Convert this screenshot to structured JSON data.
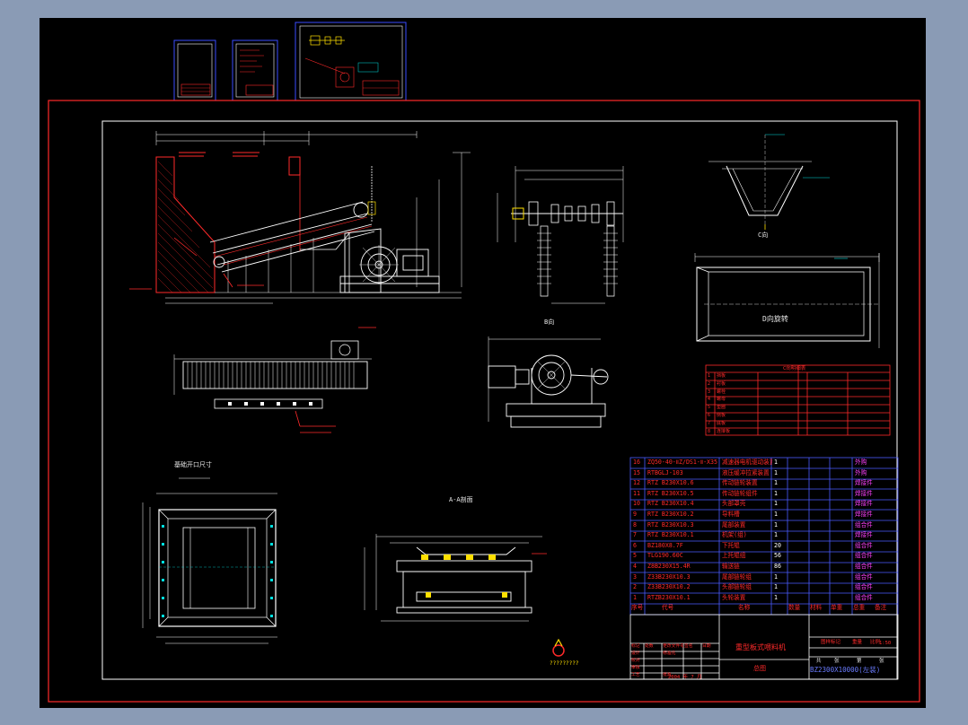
{
  "sheet": {
    "title_cn": "重型板式喂料机",
    "drawing_type": "总图",
    "drawing_number": "BZ2300X10000(左装)",
    "date_text": "2004 年 7 月",
    "scale": "1:50",
    "logo_text": "?????????"
  },
  "views": {
    "view_b_label": "B向",
    "view_c_label": "C向",
    "view_d_label": "D向旋转",
    "section_label": "A-A剖面",
    "foundation_label": "基础开口尺寸"
  },
  "parts_header": {
    "no": "序号",
    "code": "代号",
    "name": "名称",
    "qty": "数量",
    "material": "材料",
    "unit_weight": "单重",
    "total_weight": "总重",
    "remark": "备注"
  },
  "parts": [
    {
      "no": "16",
      "code": "ZQ50-40-ⅡZ/DS1-Ⅱ-X35",
      "name": "减速器电机驱动装置",
      "qty": "1",
      "remark": "外购"
    },
    {
      "no": "15",
      "code": "RTBGLJ-103",
      "name": "液压缓冲拉紧装置",
      "qty": "1",
      "remark": "外购"
    },
    {
      "no": "12",
      "code": "RTZ B230X10.6",
      "name": "传动链轮装置",
      "qty": "1",
      "remark": "焊接件"
    },
    {
      "no": "11",
      "code": "RTZ B230X10.5",
      "name": "传动链轮组件",
      "qty": "1",
      "remark": "焊接件"
    },
    {
      "no": "10",
      "code": "RTZ B230X10.4",
      "name": "头部罩壳",
      "qty": "1",
      "remark": "焊接件"
    },
    {
      "no": "9",
      "code": "RTZ B230X10.2",
      "name": "导料槽",
      "qty": "1",
      "remark": "焊接件"
    },
    {
      "no": "8",
      "code": "RTZ B230X10.3",
      "name": "尾部装置",
      "qty": "1",
      "remark": "组合件"
    },
    {
      "no": "7",
      "code": "RTZ B230X10.1",
      "name": "机架(组)",
      "qty": "1",
      "remark": "焊接件"
    },
    {
      "no": "6",
      "code": "BZ180X8.7F",
      "name": "下托辊",
      "qty": "20",
      "remark": "组合件"
    },
    {
      "no": "5",
      "code": "TLG190.60C",
      "name": "上托辊组",
      "qty": "56",
      "remark": "组合件"
    },
    {
      "no": "4",
      "code": "Z8B230X15.4R",
      "name": "输送链",
      "qty": "86",
      "remark": "组合件"
    },
    {
      "no": "3",
      "code": "Z33B230X10.3",
      "name": "尾部链轮组",
      "qty": "1",
      "remark": "组合件"
    },
    {
      "no": "2",
      "code": "Z33B230X10.2",
      "name": "头部链轮组",
      "qty": "1",
      "remark": "组合件"
    },
    {
      "no": "1",
      "code": "RTZB230X10.1",
      "name": "头轮装置",
      "qty": "1",
      "remark": "组合件"
    }
  ],
  "title_block": {
    "rows": [
      {
        "a": "标记",
        "b": "处数",
        "c": "更改文件号",
        "d": "签名",
        "e": "日期"
      },
      {
        "a": "设计",
        "b": "",
        "c": "标准化",
        "d": "",
        "e": ""
      },
      {
        "a": "校对",
        "b": "",
        "c": "",
        "d": "",
        "e": ""
      },
      {
        "a": "审核",
        "b": "",
        "c": "",
        "d": "",
        "e": ""
      },
      {
        "a": "工艺",
        "b": "",
        "c": "批准",
        "d": "",
        "e": ""
      }
    ],
    "right_labels": [
      "图样标记",
      "重量",
      "比例"
    ],
    "sheet_labels": [
      "共",
      "张",
      "第",
      "张"
    ]
  },
  "c_view_table": {
    "title": "C向明细表",
    "rows": [
      {
        "no": "1",
        "name": "挡板"
      },
      {
        "no": "2",
        "name": "衬板"
      },
      {
        "no": "3",
        "name": "螺栓"
      },
      {
        "no": "4",
        "name": "螺母"
      },
      {
        "no": "5",
        "name": "垫圈"
      },
      {
        "no": "6",
        "name": "侧板"
      },
      {
        "no": "7",
        "name": "底板"
      },
      {
        "no": "8",
        "name": "连接板"
      }
    ]
  },
  "colors": {
    "background": "#000000",
    "outer": "#8a9bb5",
    "red": "#ff2a2a",
    "white": "#e8e8e8",
    "yellow": "#ffe000",
    "cyan": "#00e0e0",
    "blue": "#4a5cff",
    "magenta": "#ff40ff"
  }
}
